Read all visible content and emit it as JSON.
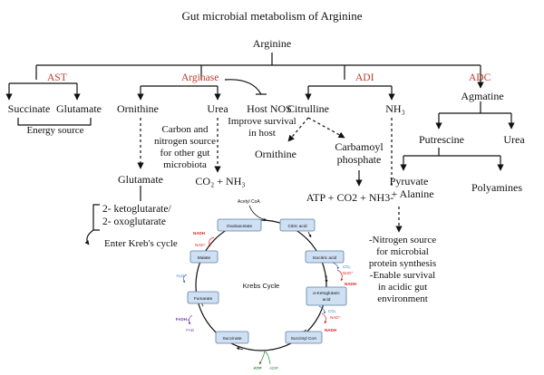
{
  "title": "Gut microbial metabolism of Arginine",
  "root": "Arginine",
  "enzymes": {
    "ast": "AST",
    "arginase": "Arginase",
    "adi": "ADI",
    "adc": "ADC"
  },
  "ast_branch": {
    "products": [
      "Succinate",
      "Glutamate"
    ],
    "note": "Energy source"
  },
  "arginase_branch": {
    "ornithine": "Ornithine",
    "urea": "Urea",
    "host_nos": "Host NOS",
    "host_note": [
      "Improve survival",
      "in host"
    ],
    "carbon_note": [
      "Carbon and",
      "nitrogen source",
      "for other gut",
      "microbiota"
    ],
    "glutamate": "Glutamate",
    "co2_nh3": "CO₂ + NH₃",
    "keto": [
      "2- ketoglutarate/",
      "2- oxoglutarate"
    ],
    "krebs_entry": "Enter Kreb's cycle"
  },
  "adi_branch": {
    "citrulline": "Citrulline",
    "nh3": "NH₃",
    "ornithine": "Ornithine",
    "carbamoyl": [
      "Carbamoyl",
      "phosphate"
    ],
    "atp_line": "ATP + CO2 + NH3-",
    "nitrogen_note": [
      "-Nitrogen source",
      "for microbial",
      "protein synthesis",
      "-Enable survival",
      "in acidic gut",
      "environment"
    ]
  },
  "adc_branch": {
    "agmatine": "Agmatine",
    "putrescine": "Putrescine",
    "urea": "Urea",
    "pyruvate": [
      "Pyruvate",
      "+ Alanine"
    ],
    "polyamines": "Polyamines"
  },
  "krebs_cycle": {
    "label": "Krebs Cycle",
    "acetyl": "Acetyl CoA",
    "boxes": {
      "oxaloacetate": "Oxaloacetate",
      "citric": "Citric acid",
      "isocitric": "Isocitric acid",
      "ketoglutaric": [
        "α-Ketoglutaric",
        "acid"
      ],
      "succinyl": "Succinyl CoA",
      "succinate": "Succinate",
      "fumarate": "Fumarate",
      "malate": "Malate"
    },
    "cofactors": {
      "nadh": "NADH",
      "nad": "NAD⁺",
      "co2": "CO₂",
      "h2o": "H₂O",
      "fad": "FAD",
      "fadh2": "FADH₂",
      "atp": "ATP",
      "adp": "ADP"
    }
  },
  "colors": {
    "enzyme_red": "#c0392b",
    "box_fill": "#cfe0f3",
    "box_stroke": "#5a7fa8",
    "nadh_red": "#d62020",
    "co2_blue": "#3a6fc4",
    "fad_purple": "#7a3fb0",
    "atp_green": "#2e8b3a"
  }
}
